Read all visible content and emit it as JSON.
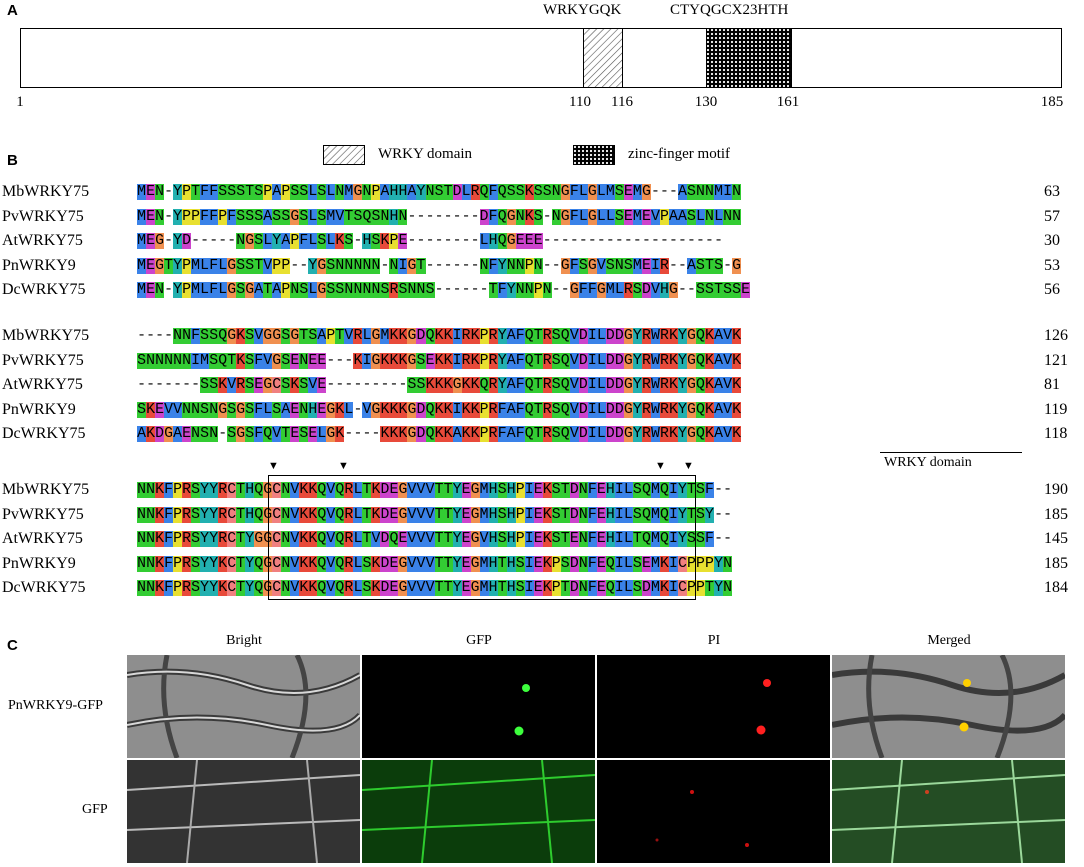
{
  "panelA": {
    "letter": "A",
    "wrky_label": "WRKYGQK",
    "zinc_label": "CTYQGCX23HTH",
    "positions": [
      "1",
      "110",
      "116",
      "130",
      "161",
      "185"
    ]
  },
  "panelB": {
    "letter": "B",
    "legend_wrky": "WRKY domain",
    "legend_zinc": "zinc-finger motif",
    "domain_caption": "WRKY domain",
    "blocks": [
      {
        "rows": [
          {
            "name": "MbWRKY75",
            "seq": "MEN-YPTFFSSSTSPAPSSLSLNMGNPAHHAYNSTDLRQFQSSKSSNGFLGLMSEMG---ASNNMIN",
            "end": "63"
          },
          {
            "name": "PvWRKY75",
            "seq": "MEN-YPPFFPFSSSASSGSLSMVTSQSNHN--------DFQGNKS-NGFLGLLSEMEVPAASLNLNN",
            "end": "57"
          },
          {
            "name": "AtWRKY75",
            "seq": "MEG-YD-----NGSLYAPFLSLKS-HSKPE--------LHQGEEE--------------------",
            "end": "30"
          },
          {
            "name": "PnWRKY9",
            "seq": "MEGTYPMLFLGSSTVPP--YGSNNNNN-NIGT------NFYNNPN--GFSGVSNSMEIR--ASTS-G",
            "end": "53"
          },
          {
            "name": "DcWRKY75",
            "seq": "MEN-YPMLFLGSGATAPNSLGSSNNNNSRSNNS------TFYNNPN--GFFGMLRSDVHG--SSTSSE",
            "end": "56"
          }
        ]
      },
      {
        "rows": [
          {
            "name": "MbWRKY75",
            "seq": "----NNFSSQGKSVGGSGTSAPTVRLGMKKGDQKKIRKPRYAFQTRSQVDILDDGYRWRKYGQKAVK",
            "end": "126"
          },
          {
            "name": "PvWRKY75",
            "seq": "SNNNNNIMSQTKSFVGSENEE---KIGKKKGSEKKIRKPRYAFQTRSQVDILDDGYRWRKYGQKAVK",
            "end": "121"
          },
          {
            "name": "AtWRKY75",
            "seq": "-------SSKVRSEGCSKSVE---------SSKKKGKKQRYAFQTRSQVDILDDGYRWRKYGQKAVK",
            "end": "81"
          },
          {
            "name": "PnWRKY9",
            "seq": "SKEVVNNSNGSGSFLSAENHEGKL-VGKKKGDQKKIKKPRFAFQTRSQVDILDDGYRWRKYGQKAVK",
            "end": "119"
          },
          {
            "name": "DcWRKY75",
            "seq": "AKDGAENSN-SGSFQVTESELGK----KKKGDQKKAKKPRFAFQTRSQVDILDDGYRWRKYGQKAVK",
            "end": "118"
          }
        ]
      },
      {
        "rows": [
          {
            "name": "MbWRKY75",
            "seq": "NNKFPRSYYRCTHQGCNVKKQVQRLTKDEGVVVTTYEGMHSHPIEKSTDNFEHILSQMQIYTSF--",
            "end": "190"
          },
          {
            "name": "PvWRKY75",
            "seq": "NNKFPRSYYRCTHQGCNVKKQVQRLTKDEGVVVTTYEGMHSHPIEKSTDNFEHILSQMQIYTSY--",
            "end": "185"
          },
          {
            "name": "AtWRKY75",
            "seq": "NNKFPRSYYRCTYGGCNVKKQVQRLTVDQEVVVTTYEGVHSHPIEKSTENFEHILTQMQIYSSF--",
            "end": "145"
          },
          {
            "name": "PnWRKY9",
            "seq": "NNKFPRSYYKCTYQGCNVKKQVQRLSKDEGVVVTTYEGMHTHSIEKPSDNFEQILSEMKICPPPYN",
            "end": "185"
          },
          {
            "name": "DcWRKY75",
            "seq": "NNKFPRSYYKCTYQGCNVKKQVQRLSKDEGVVVTTYEGMHTHSIEKPTDNFEQILSDMKICPPTYN",
            "end": "184"
          }
        ]
      }
    ]
  },
  "panelC": {
    "letter": "C",
    "columns": [
      "Bright",
      "GFP",
      "PI",
      "Merged"
    ],
    "rows": [
      "PnWRKY9-GFP",
      "GFP"
    ]
  },
  "colors": {
    "hydrophobic": "#3a82e8",
    "polar": "#33cc33",
    "positive": "#e84a3a",
    "negative": "#cc44cc",
    "glycine": "#f09050",
    "proline": "#e8e030",
    "cysteine": "#f08080",
    "aromatic": "#22b0b0",
    "histidine": "#22b0b0"
  }
}
